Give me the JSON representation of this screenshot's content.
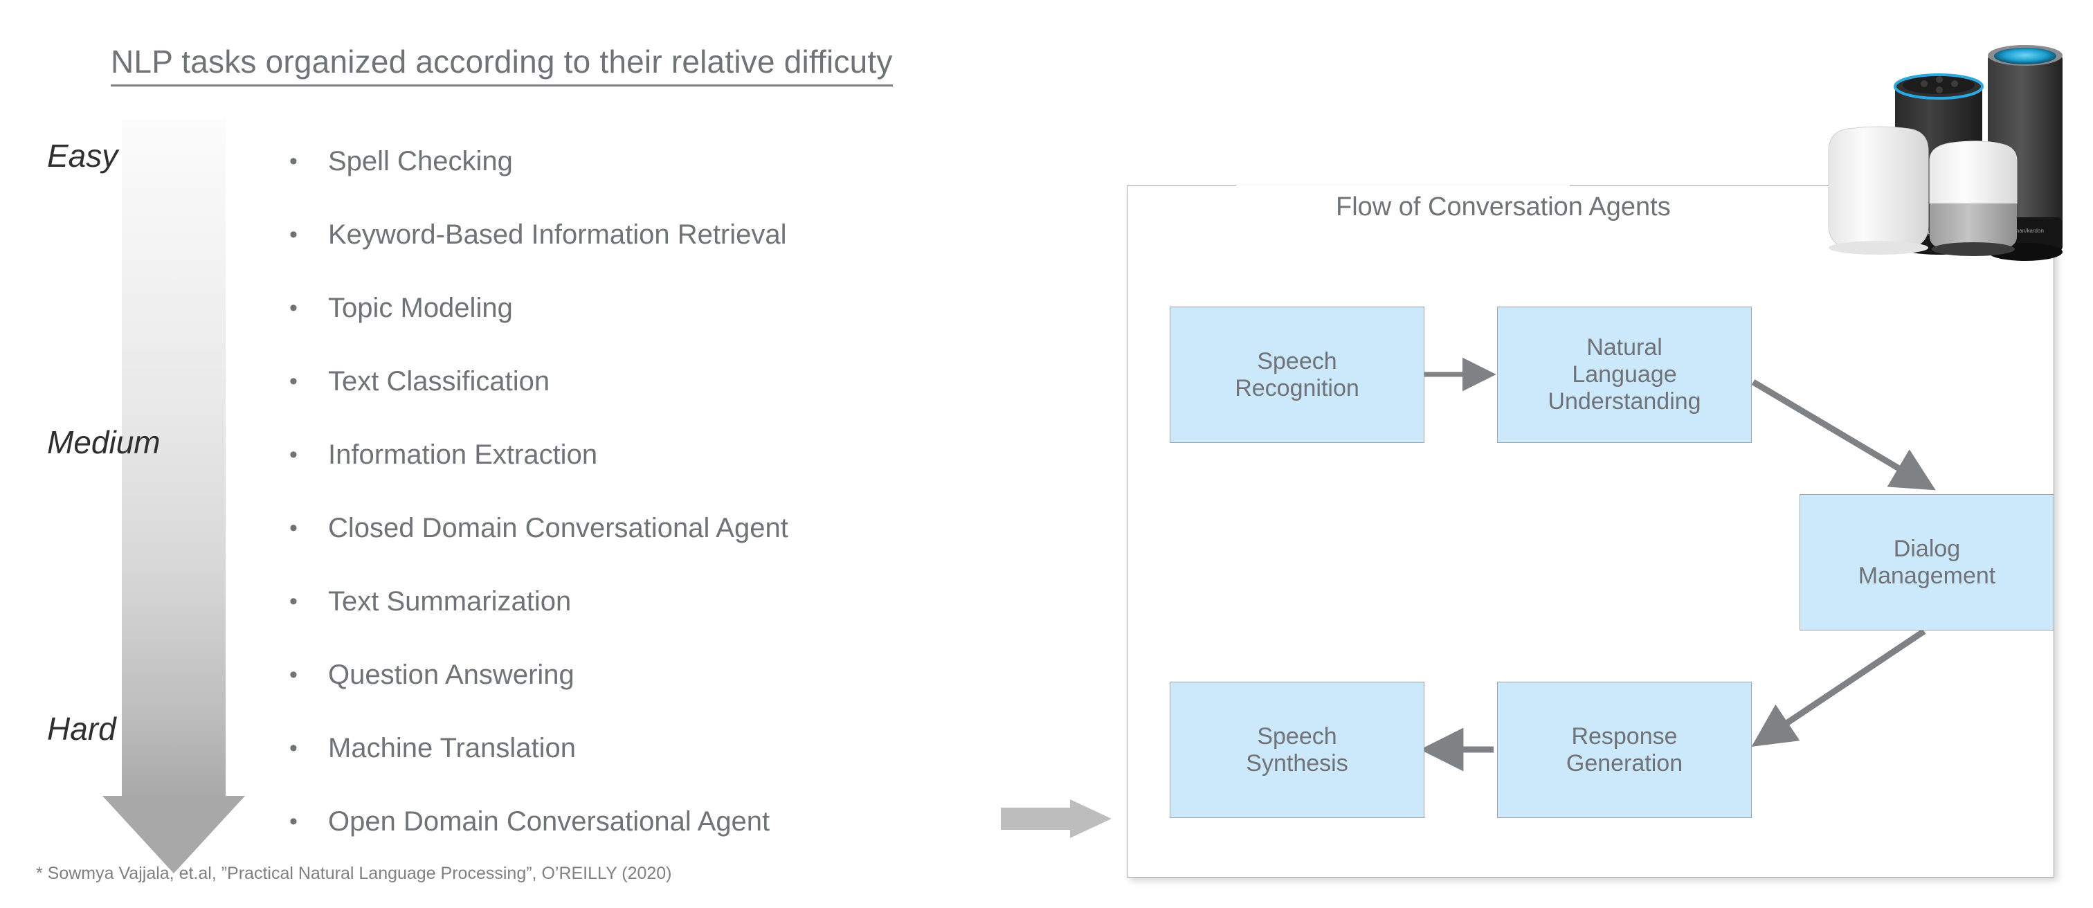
{
  "title": "NLP tasks organized according to their relative difficuty",
  "difficulty_scale": {
    "easy": "Easy",
    "medium": "Medium",
    "hard": "Hard"
  },
  "tasks": [
    {
      "bullet": "•",
      "label": "Spell Checking"
    },
    {
      "bullet": "•",
      "label": "Keyword-Based Information Retrieval"
    },
    {
      "bullet": "•",
      "label": "Topic Modeling"
    },
    {
      "bullet": "•",
      "label": "Text Classification"
    },
    {
      "bullet": "•",
      "label": "Information Extraction"
    },
    {
      "bullet": "•",
      "label": "Closed Domain Conversational Agent"
    },
    {
      "bullet": "•",
      "label": "Text Summarization"
    },
    {
      "bullet": "•",
      "label": "Question Answering"
    },
    {
      "bullet": "•",
      "label": "Machine Translation"
    },
    {
      "bullet": "•",
      "label": "Open Domain Conversational Agent"
    }
  ],
  "footnote": "* Sowmya Vajjala, et.al, ”Practical Natural Language Processing”, O’REILLY (2020)",
  "flow_diagram": {
    "title": "Flow of Conversation Agents",
    "boxes": [
      {
        "id": "speech-recognition",
        "line1": "Speech",
        "line2": "Recognition",
        "line3": ""
      },
      {
        "id": "natural-language-understanding",
        "line1": "Natural",
        "line2": "Language",
        "line3": "Understanding"
      },
      {
        "id": "dialog-management",
        "line1": "Dialog",
        "line2": "Management",
        "line3": ""
      },
      {
        "id": "speech-synthesis",
        "line1": "Speech",
        "line2": "Synthesis",
        "line3": ""
      },
      {
        "id": "response-generation",
        "line1": "Response",
        "line2": "Generation",
        "line3": ""
      }
    ],
    "edges": [
      {
        "from": "speech-recognition",
        "to": "natural-language-understanding"
      },
      {
        "from": "natural-language-understanding",
        "to": "dialog-management"
      },
      {
        "from": "dialog-management",
        "to": "response-generation"
      },
      {
        "from": "response-generation",
        "to": "speech-synthesis"
      }
    ]
  },
  "colors": {
    "box_fill": "#cce8fb",
    "box_border": "#a3a5a8",
    "text_grey": "#6f7276",
    "arrow_grey": "#7f8285",
    "gradient_top": "#fcfcfc",
    "gradient_bottom": "#a8a8a8",
    "pointer_arrow": "#bdbdbd"
  },
  "decor": {
    "difficulty_arrow_icon": "down-arrow-gradient",
    "flow_pointer_icon": "right-arrow",
    "smart_speakers_icon": "smart-speaker-group",
    "speakers": [
      "apple-homepod",
      "amazon-echo",
      "google-home",
      "harman-kardon-invoke"
    ]
  }
}
